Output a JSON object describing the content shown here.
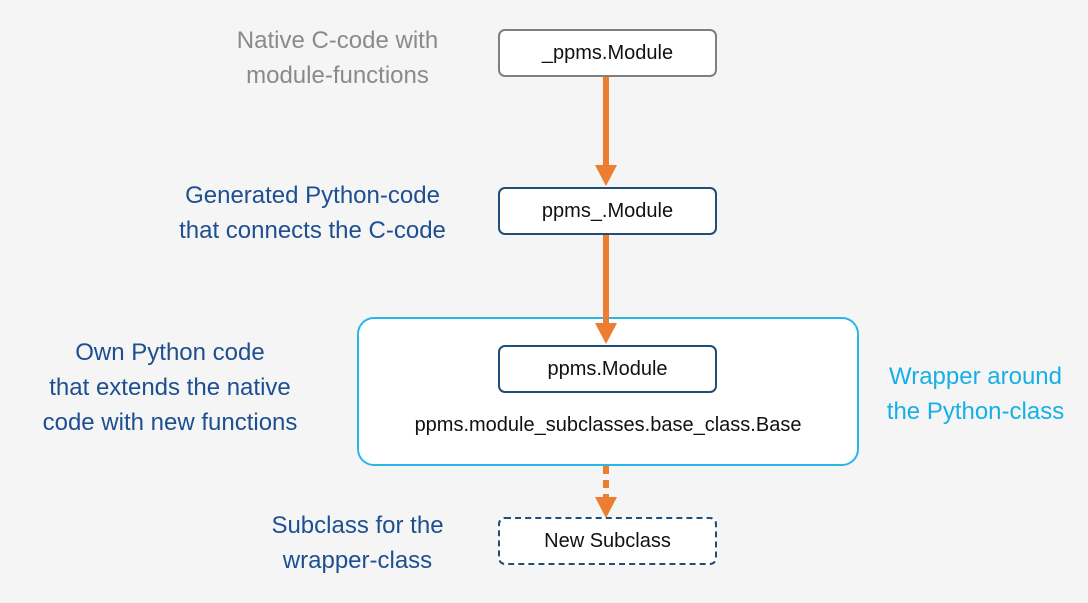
{
  "colors": {
    "background": "#f5f5f5",
    "arrow": "#ed7d31",
    "box_border_gray": "#7f7f7f",
    "box_border_navy": "#1f4e79",
    "wrapper_border": "#29b6e8",
    "label_gray": "#8a8a8a",
    "label_navy": "#1d4f91",
    "label_cyan": "#17b0e6"
  },
  "boxes": {
    "c_module": "_ppms.Module",
    "generated_module": "ppms_.Module",
    "own_module": "ppms.Module",
    "wrapper_base_class": "ppms.module_subclasses.base_class.Base",
    "new_subclass": "New Subclass"
  },
  "labels": {
    "native_c_code": [
      "Native C-code with",
      "module-functions"
    ],
    "generated_python_code": [
      "Generated Python-code",
      "that connects the C-code"
    ],
    "own_python_code": [
      "Own Python code",
      "that extends the native",
      "code with new functions"
    ],
    "wrapper_around": [
      "Wrapper around",
      "the Python-class"
    ],
    "subclass_for_wrapper": [
      "Subclass for the",
      "wrapper-class"
    ]
  }
}
